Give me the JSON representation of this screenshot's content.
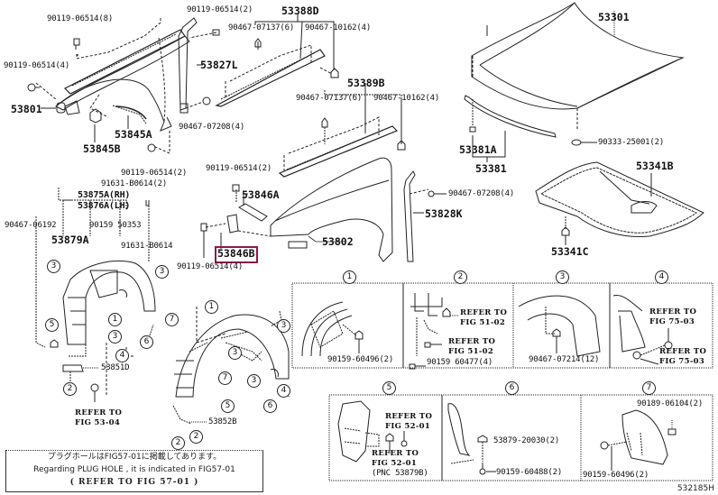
{
  "figure_id": "532185H",
  "highlighted_part": "53846B",
  "colors": {
    "line": "#222222",
    "highlight": "#8b1a4a",
    "background": "#ffffff"
  },
  "callouts": {
    "p90119_06514_8": "90119-06514(8)",
    "p90119_06514_4a": "90119-06514(4)",
    "p53801": "53801",
    "p53845B": "53845B",
    "p53845A": "53845A",
    "p90119_06514_2a": "90119-06514(2)",
    "p53827L": "53827L",
    "p90467_07208_4a": "90467-07208(4)",
    "p90119_06514_2b": "90119-06514(2)",
    "p53388D": "53388D",
    "p90467_07137_6a": "90467-07137(6)",
    "p90467_10162_4a": "90467-10162(4)",
    "p53389B": "53389B",
    "p90467_07137_6b": "90467-07137(6)",
    "p90467_10162_4b": "90467-10162(4)",
    "p90119_06514_2c": "90119-06514(2)",
    "p53846A": "53846A",
    "p90467_07208_4b": "90467-07208(4)",
    "p53828K": "53828K",
    "p53802": "53802",
    "p53846B": "53846B",
    "p90119_06514_4b": "90119-06514(4)",
    "p53301": "53301",
    "p53381A": "53381A",
    "p53381": "53381",
    "p90333_25001_2": "90333-25001(2)",
    "p53341B": "53341B",
    "p53341C": "53341C",
    "p91631_B0614_2": "91631-B0614(2)",
    "p53875A": "53875A(RH)",
    "p53876A": "53876A(LH)",
    "p90467_06192": "90467-06192",
    "p90159_50353": "90159 50353",
    "p53879A": "53879A",
    "p91631_B0614": "91631-B0614",
    "p53851D": "53851D",
    "p53852B": "53852B",
    "ref_53_04_a": "REFER TO",
    "ref_53_04_b": "FIG 53-04"
  },
  "circle_markers": {
    "n1": "1",
    "n2": "2",
    "n3": "3",
    "n4": "4",
    "n5": "5",
    "n6": "6",
    "n7": "7"
  },
  "detail_panels": [
    {
      "marker": "1",
      "labels": [
        "90159-60496(2)"
      ]
    },
    {
      "marker": "2",
      "labels": [
        "REFER TO",
        "FIG 51-02",
        "REFER TO",
        "FIG 51-02",
        "90159 60477(4)"
      ]
    },
    {
      "marker": "3",
      "labels": [
        "90467-07214(12)"
      ]
    },
    {
      "marker": "4",
      "labels": [
        "REFER TO",
        "FIG 75-03",
        "REFER TO",
        "FIG 75-03"
      ]
    },
    {
      "marker": "5",
      "labels": [
        "REFER TO",
        "FIG 52-01",
        "REFER TO",
        "FIG 52-01",
        "(PNC 53879B)"
      ]
    },
    {
      "marker": "6",
      "labels": [
        "53879-20030(2)",
        "90159-60488(2)"
      ]
    },
    {
      "marker": "7",
      "labels": [
        "90189-06104(2)",
        "90159-60496(2)"
      ]
    }
  ],
  "note": {
    "marker": "2",
    "line_jp": "プラグホールはFIG57-01に掲載してあります。",
    "line_en": "Regarding PLUG HOLE , it is indicated in FIG57-01",
    "line_ref": "(   REFER TO FIG 57-01   )"
  }
}
